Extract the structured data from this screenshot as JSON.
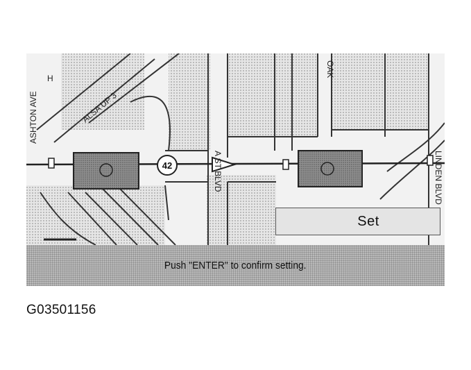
{
  "map": {
    "street_labels": {
      "left_vertical": "ASHTON AVE",
      "left_top": "H",
      "diagonal": "ALSA UP 3",
      "center_vertical": "A ST BLVD",
      "right_top": "OAK",
      "right_vertical": "LINDEN BLVD"
    },
    "route_number": "42",
    "colors": {
      "background": "#f2f2f2",
      "roads": "#333333",
      "fill_gray": "#c8c8c8",
      "route_box": "#9a9a9a"
    }
  },
  "set_button": {
    "label": "Set"
  },
  "status_bar": {
    "message": "Push \"ENTER\" to confirm setting."
  },
  "figure_id": "G03501156"
}
